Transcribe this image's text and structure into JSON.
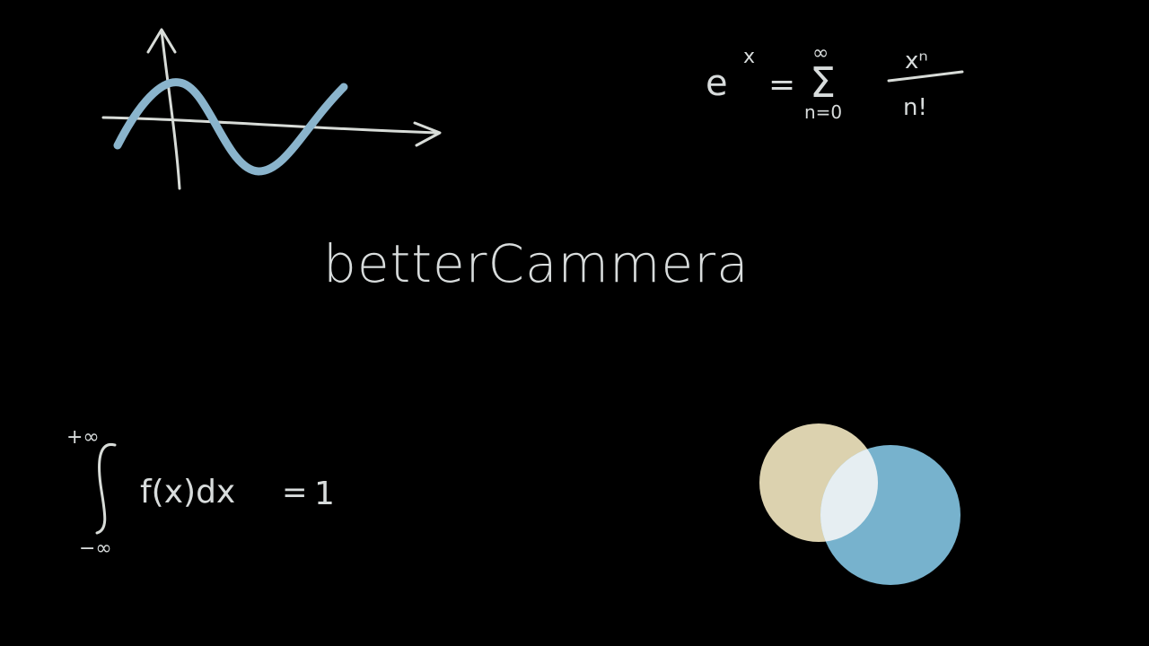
{
  "board": {
    "background": "#000000",
    "chalk_white": "#d8dcd8",
    "chalk_blue": "#8ab4cc",
    "circle_left_color": "#e8ddb8",
    "circle_right_color": "#7dbcd8",
    "circle_overlap_color": "#e6eef2"
  },
  "title": "betterCammera",
  "formula_exp": {
    "lhs_base": "e",
    "lhs_exp": "x",
    "equals": "=",
    "sum_upper": "∞",
    "sum_symbol": "Σ",
    "sum_lower": "n=0",
    "numerator": "xⁿ",
    "denominator": "n!"
  },
  "formula_integral": {
    "upper": "+∞",
    "lower": "−∞",
    "integrand": "f(x)dx",
    "equals": "=",
    "result": "1"
  }
}
